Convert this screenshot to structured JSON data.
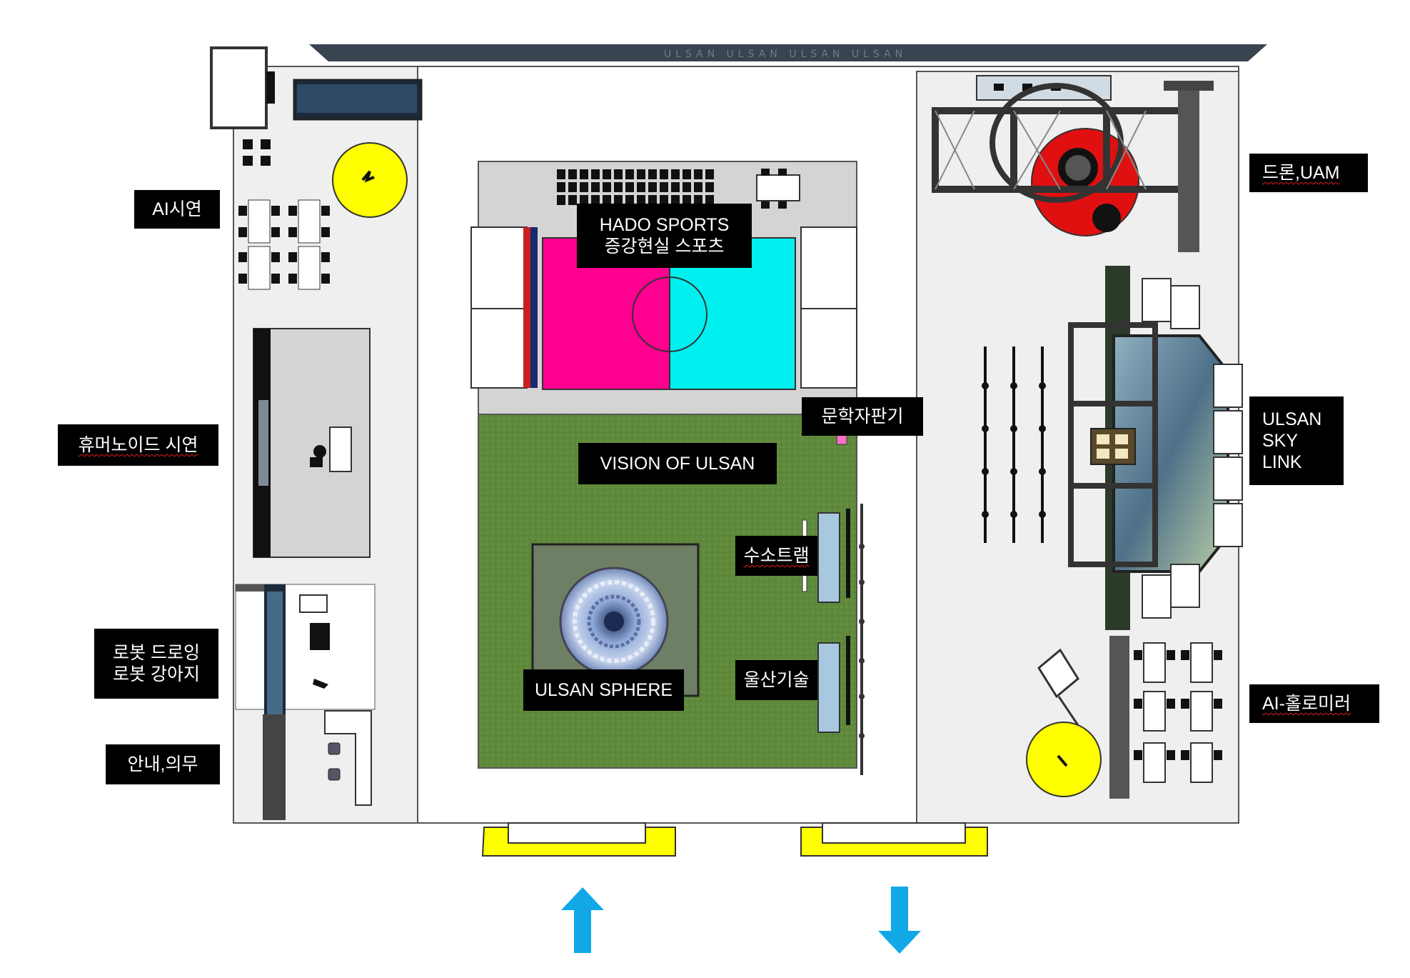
{
  "colors": {
    "floor": "#efefef",
    "hado_magenta": "#ff0090",
    "hado_cyan": "#00f0f0",
    "grass": "#5f8a3c",
    "yellow": "#ffff00",
    "arrow": "#12a8e8",
    "drone_red": "#e01010",
    "label_bg": "#000000"
  },
  "banner": {
    "text": "ULSAN      ULSAN      ULSAN      ULSAN"
  },
  "labels": {
    "ai_demo": "AI시연",
    "humanoid": "휴머노이드 시연",
    "robot": "로봇 드로잉\n로봇 강아지",
    "info": "안내,의무",
    "hado": "HADO SPORTS\n증강현실 스포츠",
    "vending": "문학자판기",
    "vision": "VISION OF ULSAN",
    "hydrogen": "수소트램",
    "sphere": "ULSAN SPHERE",
    "tech": "울산기술",
    "drone": "드론,UAM",
    "skylink": "ULSAN\nSKY\nLINK",
    "hologram": "AI-홀로미러"
  },
  "arrows": {
    "in": "entrance-up-arrow",
    "out": "exit-down-arrow"
  }
}
